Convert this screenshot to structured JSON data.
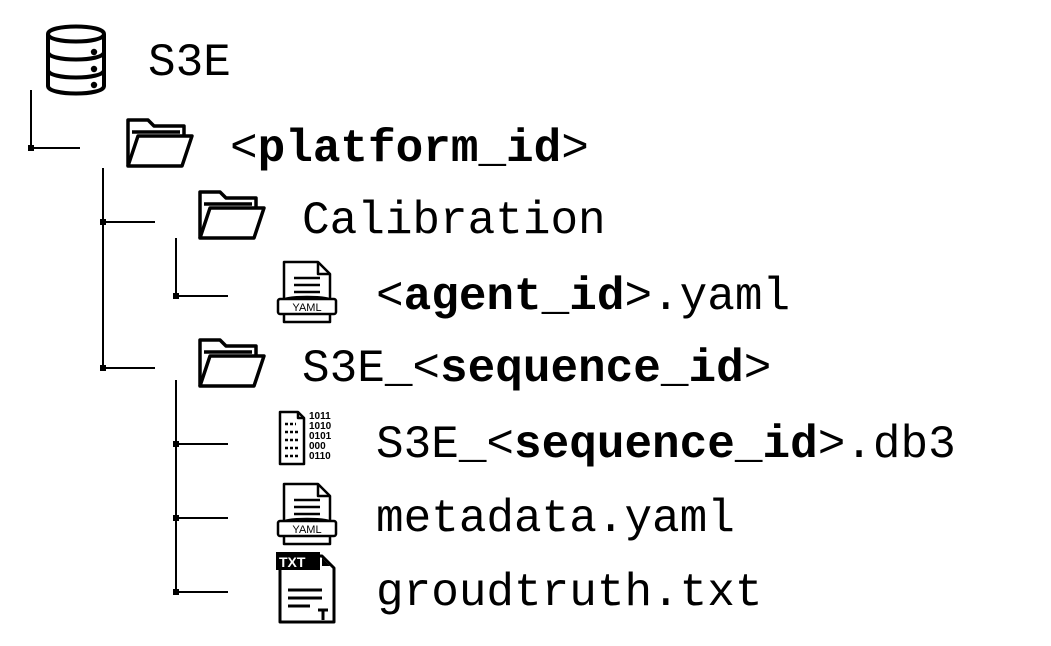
{
  "tree": {
    "root": {
      "label": "S3E",
      "icon": "database-icon"
    },
    "platform_folder": {
      "prefix": "<",
      "key": "platform_id",
      "suffix": ">",
      "icon": "folder-open-icon"
    },
    "calibration_folder": {
      "label": "Calibration",
      "icon": "folder-open-icon"
    },
    "agent_file": {
      "prefix": "<",
      "key": "agent_id",
      "suffix": ">.yaml",
      "icon": "yaml-file-icon"
    },
    "sequence_folder": {
      "prefix": "S3E_<",
      "key": "sequence_id",
      "suffix": ">",
      "icon": "folder-open-icon"
    },
    "db_file": {
      "prefix": "S3E_<",
      "key": "sequence_id",
      "suffix": ">.db3",
      "icon": "binary-file-icon",
      "icon_text": [
        "1011",
        "1010",
        "0101",
        "000",
        "0110"
      ]
    },
    "metadata_file": {
      "label": "metadata.yaml",
      "icon": "yaml-file-icon",
      "icon_text": "YAML"
    },
    "groundtruth_file": {
      "label": "groudtruth.txt",
      "icon": "txt-file-icon",
      "icon_text": "TXT"
    }
  }
}
